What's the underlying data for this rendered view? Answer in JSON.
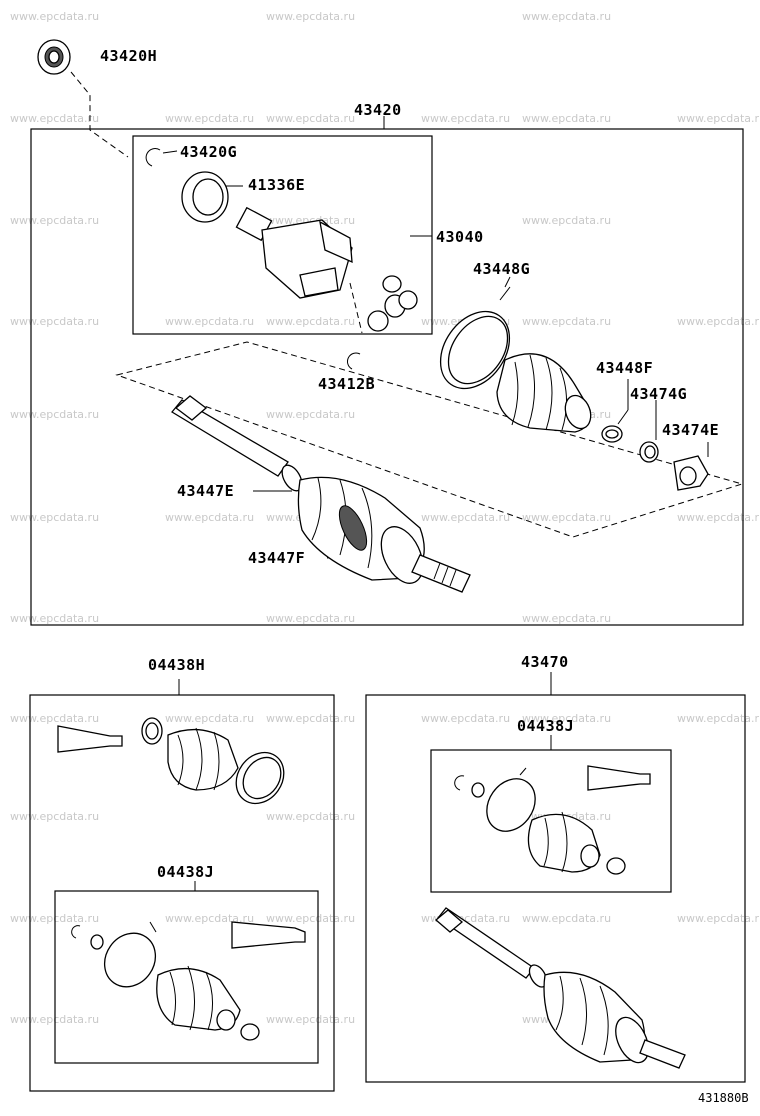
{
  "watermark": "www.epcdata.ru",
  "diagram_ref": "431880B",
  "labels": {
    "p43420H": "43420H",
    "p43420": "43420",
    "p43420G": "43420G",
    "p41336E": "41336E",
    "p43040": "43040",
    "p43448G": "43448G",
    "p43412B": "43412B",
    "p43448F": "43448F",
    "p43474G": "43474G",
    "p43474E": "43474E",
    "p43447E": "43447E",
    "p43447F": "43447F",
    "p04438H": "04438H",
    "p43470": "43470",
    "p04438J_left": "04438J",
    "p04438J_right": "04438J"
  }
}
